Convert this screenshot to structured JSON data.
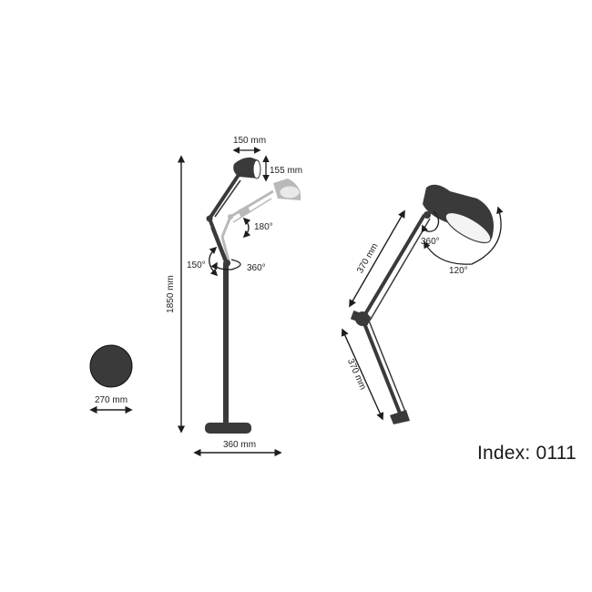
{
  "index_label": "Index: 0111",
  "colors": {
    "lamp": "#3a3a3a",
    "ghost": "#a8a8a8",
    "line": "#1e1e1e",
    "background": "#ffffff"
  },
  "dimensions": {
    "base_diameter": "270 mm",
    "base_width": "360 mm",
    "height": "1850 mm",
    "shade_width": "150 mm",
    "shade_height": "155 mm",
    "arm_upper": "370 mm",
    "arm_lower": "370 mm"
  },
  "angles": {
    "head_tilt": "180°",
    "elbow": "150°",
    "pole_rotation": "360°",
    "desk_head_rotation": "360°",
    "desk_head_tilt": "120°"
  }
}
